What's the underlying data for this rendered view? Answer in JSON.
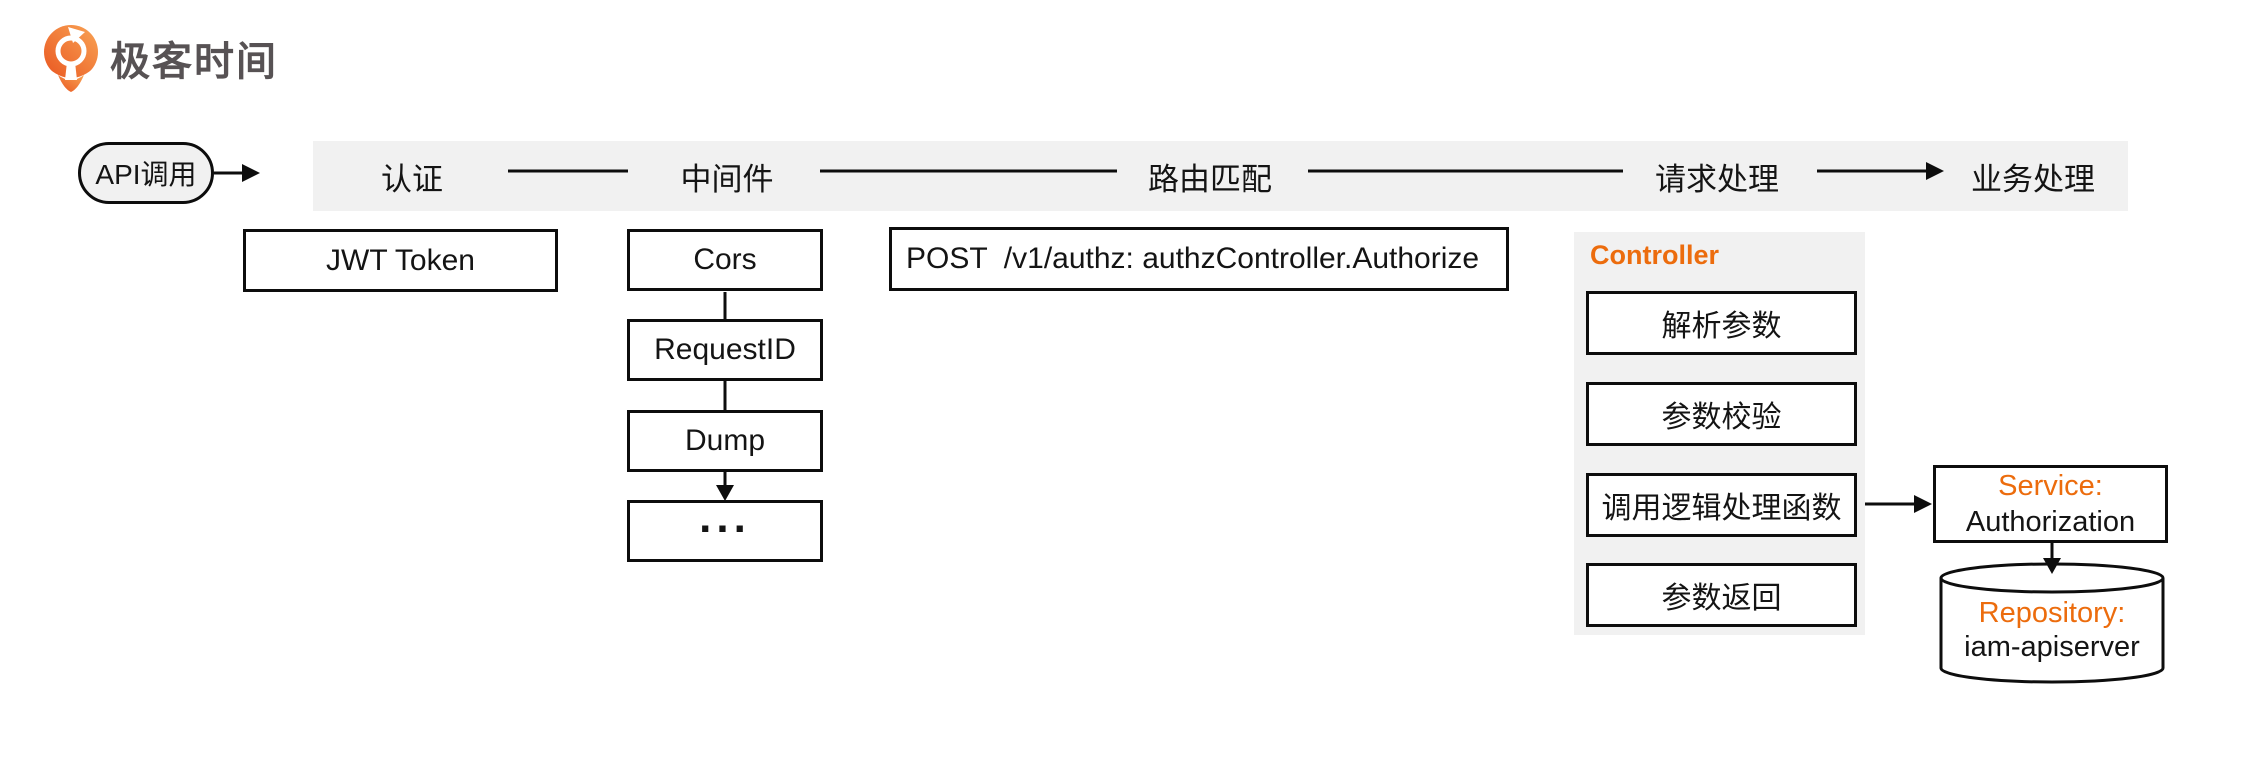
{
  "colors": {
    "accent_orange": "#ec6c0d",
    "panel_gray": "#f1f1f1",
    "line_black": "#0d0d0d",
    "logo_orange_light": "#f9a455",
    "logo_orange_dark": "#e95620",
    "logo_text_gray": "#575254"
  },
  "icons": {
    "brand": "geektime-pin-logo-icon",
    "database": "database-cylinder-icon"
  },
  "logo": {
    "brand_text": "极客时间"
  },
  "start_node": {
    "label": "API调用"
  },
  "pipeline": {
    "stages": [
      {
        "label": "认证"
      },
      {
        "label": "中间件"
      },
      {
        "label": "路由匹配"
      },
      {
        "label": "请求处理"
      },
      {
        "label": "业务处理"
      }
    ]
  },
  "auth": {
    "box_label": "JWT Token"
  },
  "middlewares": {
    "items": [
      "Cors",
      "RequestID",
      "Dump",
      "..."
    ]
  },
  "route": {
    "box_label": "POST  /v1/authz: authzController.Authorize"
  },
  "controller": {
    "title": "Controller",
    "steps": [
      "解析参数",
      "参数校验",
      "调用逻辑处理函数",
      "参数返回"
    ]
  },
  "service": {
    "label_prefix": "Service:",
    "label_name": "Authorization"
  },
  "repository": {
    "label_prefix": "Repository:",
    "label_name": "iam-apiserver"
  }
}
